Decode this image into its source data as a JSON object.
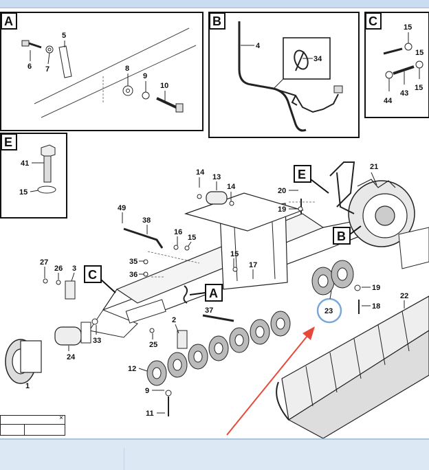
{
  "panels": [
    {
      "letter": "A",
      "labels": [
        "5",
        "6",
        "7",
        "8",
        "9",
        "10"
      ]
    },
    {
      "letter": "B",
      "labels": [
        "4",
        "34"
      ]
    },
    {
      "letter": "C",
      "labels": [
        "15",
        "15",
        "43",
        "44",
        "15"
      ]
    },
    {
      "letter": "E",
      "labels": [
        "41",
        "15"
      ]
    }
  ],
  "callout_letters": {
    "e": "E",
    "b": "B",
    "c": "C",
    "a": "A"
  },
  "main_labels": {
    "l21": "21",
    "l14a": "14",
    "l13": "13",
    "l14b": "14",
    "l20": "20",
    "l19a": "19",
    "l49": "49",
    "l38": "38",
    "l16": "16",
    "l15a": "15",
    "l35": "35",
    "l36": "36",
    "l15b": "15",
    "l17": "17",
    "l27": "27",
    "l26": "26",
    "l3": "3",
    "l19b": "19",
    "l18": "18",
    "l23": "23",
    "l22": "22",
    "l37": "37",
    "l2": "2",
    "l33": "33",
    "l25": "25",
    "l24": "24",
    "l12": "12",
    "l1": "1",
    "l9": "9",
    "l11": "11"
  },
  "mini_window": {
    "close": "×"
  }
}
